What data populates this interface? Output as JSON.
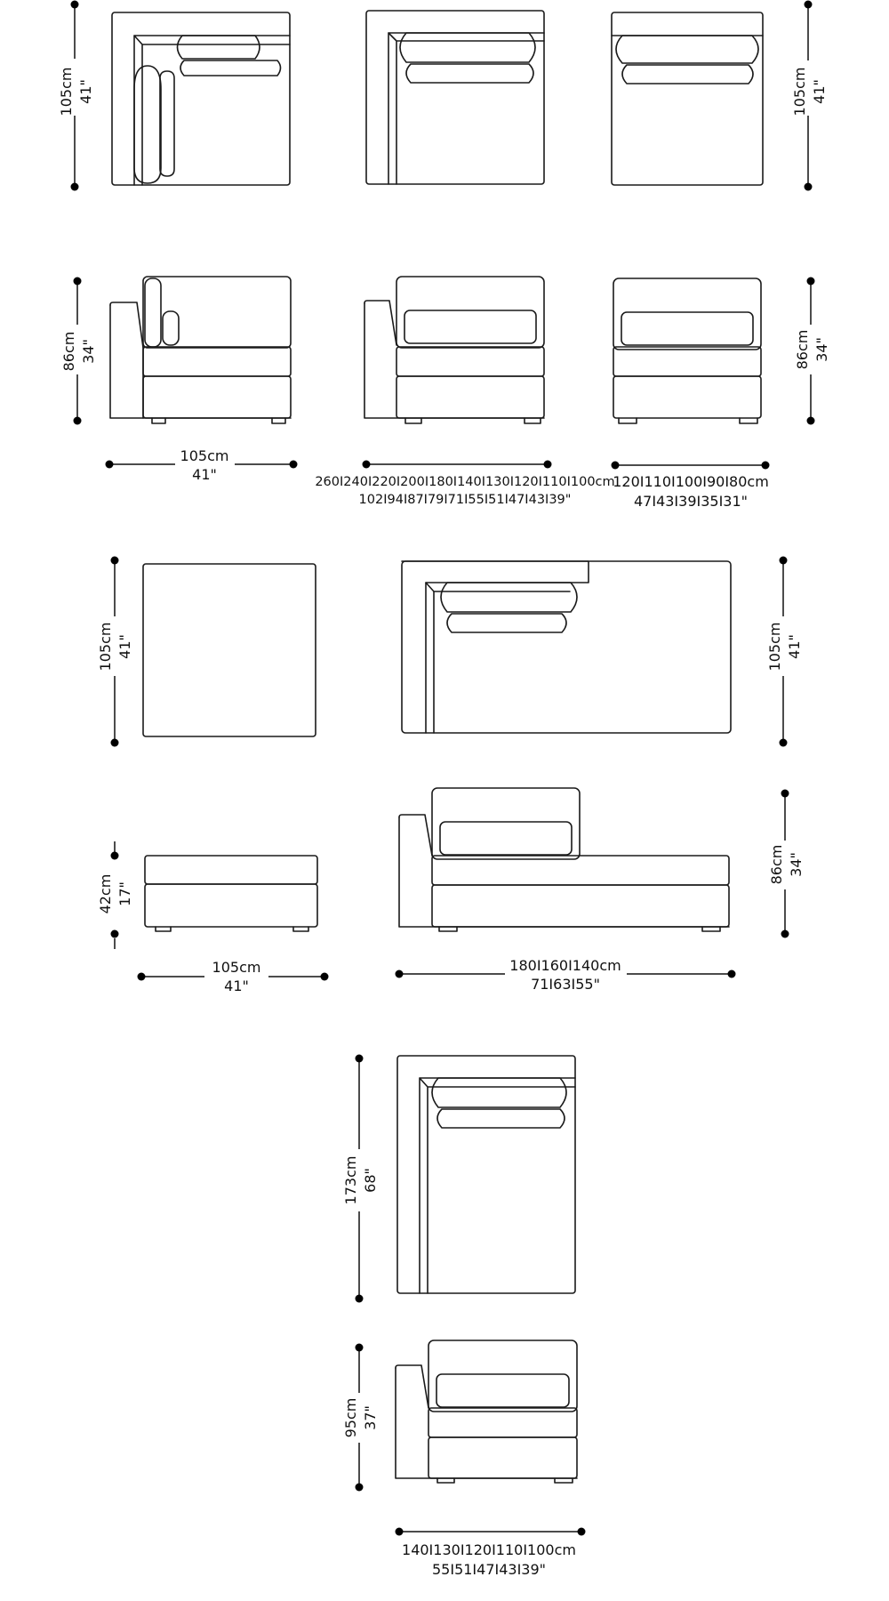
{
  "dimensions": {
    "corner_depth": {
      "cm": "105cm",
      "in": "41\""
    },
    "armchair_depth": {
      "cm": "105cm",
      "in": "41\""
    },
    "corner_height": {
      "cm": "86cm",
      "in": "34\""
    },
    "armless_height": {
      "cm": "86cm",
      "in": "34\""
    },
    "corner_width": {
      "cm": "105cm",
      "in": "41\""
    },
    "arm_sofa_widths": {
      "cm": "260I240I220I200I180I140I130I120I110I100cm",
      "in": "102I94I87I79I71I55I51I47I43I39\""
    },
    "armless_widths": {
      "cm": "120I110I100I90I80cm",
      "in": "47I43I39I35I31\""
    },
    "ottoman_depth": {
      "cm": "105cm",
      "in": "41\""
    },
    "chaise_depth": {
      "cm": "105cm",
      "in": "41\""
    },
    "ottoman_height": {
      "cm": "42cm",
      "in": "17\""
    },
    "chaise_height": {
      "cm": "86cm",
      "in": "34\""
    },
    "ottoman_width": {
      "cm": "105cm",
      "in": "41\""
    },
    "chaise_widths": {
      "cm": "180I160I140cm",
      "in": "71I63I55\""
    },
    "longchair_depth": {
      "cm": "173cm",
      "in": "68\""
    },
    "longchair_height": {
      "cm": "95cm",
      "in": "37\""
    },
    "longchair_widths": {
      "cm": "140I130I120I110I100cm",
      "in": "55I51I47I43I39\""
    }
  }
}
